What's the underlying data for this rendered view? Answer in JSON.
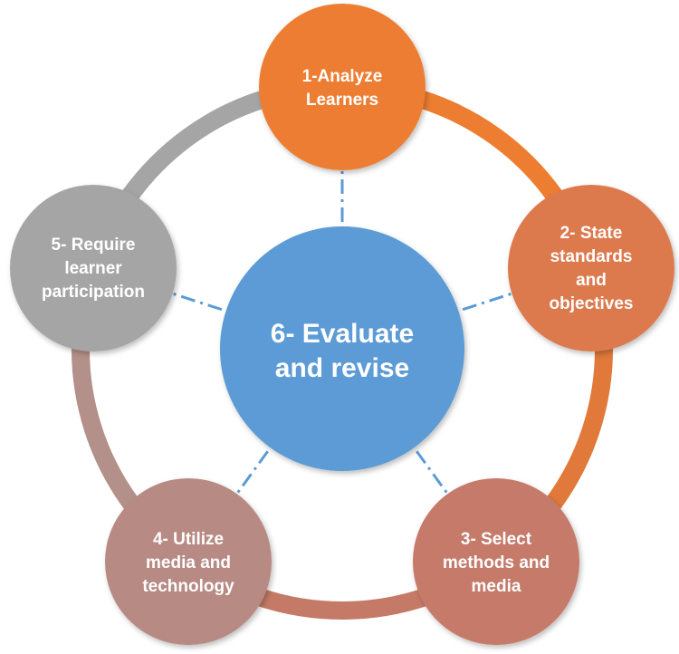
{
  "center": {
    "lines": [
      "6- Evaluate",
      "and revise"
    ],
    "color": "#5b9bd5"
  },
  "nodes": [
    {
      "id": "analyze-learners",
      "lines": [
        "1-Analyze",
        "Learners"
      ],
      "color": "#ed7d31"
    },
    {
      "id": "state-standards",
      "lines": [
        "2- State",
        "standards",
        "and",
        "objectives"
      ],
      "color": "#dc7a4e"
    },
    {
      "id": "select-methods",
      "lines": [
        "3- Select",
        "methods and",
        "media"
      ],
      "color": "#c57a6a"
    },
    {
      "id": "utilize-media",
      "lines": [
        "4- Utilize",
        "media and",
        "technology"
      ],
      "color": "#b88a84"
    },
    {
      "id": "require-participation",
      "lines": [
        "5- Require",
        "learner",
        "participation"
      ],
      "color": "#a5a5a5"
    }
  ],
  "ring_colors": [
    "#ed7d31",
    "#e0793a",
    "#c47a66",
    "#b39089",
    "#a5a5a5"
  ]
}
